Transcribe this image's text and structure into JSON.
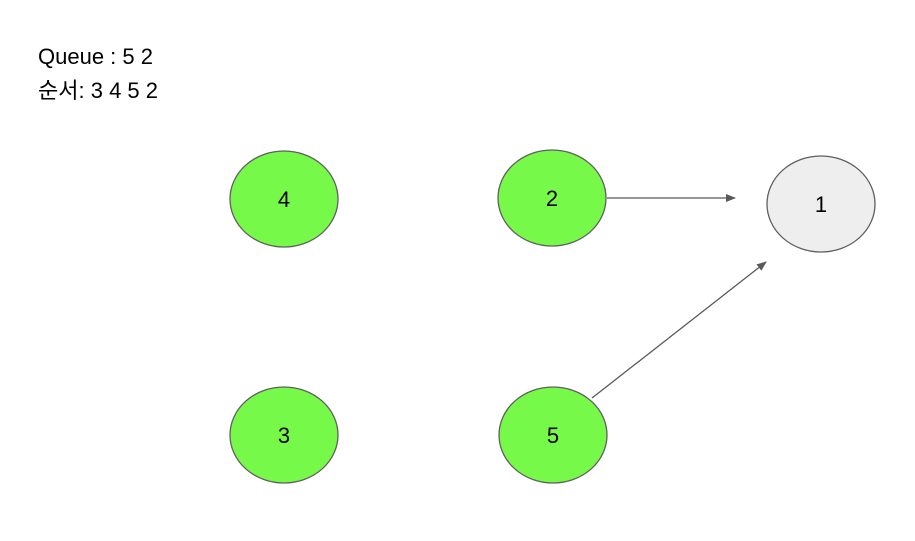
{
  "queue": {
    "label": "Queue :",
    "values": "5 2"
  },
  "order": {
    "label": "순서:",
    "values": "3 4 5 2"
  },
  "colors": {
    "visited_fill": "#77f94a",
    "unvisited_fill": "#eeeeee",
    "node_stroke": "#5f5f5f",
    "edge": "#595959"
  },
  "nodes": [
    {
      "id": "4",
      "label": "4",
      "state": "visited"
    },
    {
      "id": "2",
      "label": "2",
      "state": "visited"
    },
    {
      "id": "1",
      "label": "1",
      "state": "unvisited"
    },
    {
      "id": "3",
      "label": "3",
      "state": "visited"
    },
    {
      "id": "5",
      "label": "5",
      "state": "visited"
    }
  ],
  "edges": [
    {
      "from": "2",
      "to": "1"
    },
    {
      "from": "5",
      "to": "1"
    }
  ]
}
